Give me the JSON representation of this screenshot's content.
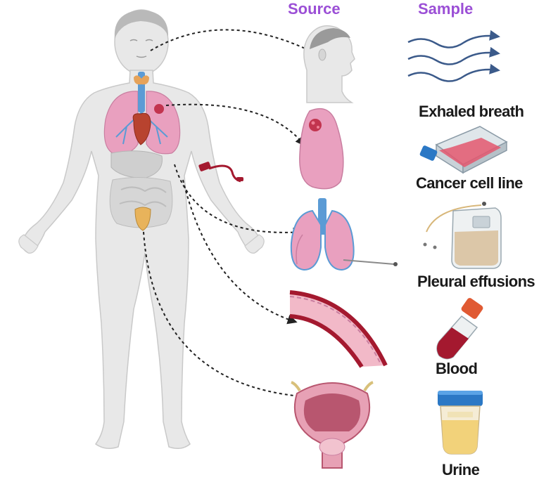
{
  "headers": {
    "source": "Source",
    "sample": "Sample"
  },
  "samples": {
    "exhaled_breath": "Exhaled breath",
    "cancer_cell_line": "Cancer cell line",
    "pleural_effusions": "Pleural effusions",
    "blood": "Blood",
    "urine": "Urine"
  },
  "colors": {
    "header": "#9b4fd6",
    "body_skin": "#e8e8e8",
    "body_outline": "#c9c9c9",
    "lung_pink": "#e9a0bf",
    "tumor": "#c2344f",
    "trachea_blue": "#5b9bd5",
    "breath_wave": "#3b5a8a",
    "blood_red": "#a4192f",
    "urine_yellow": "#f2d27a",
    "cap_blue": "#2b78c5",
    "arrow": "#222222"
  }
}
